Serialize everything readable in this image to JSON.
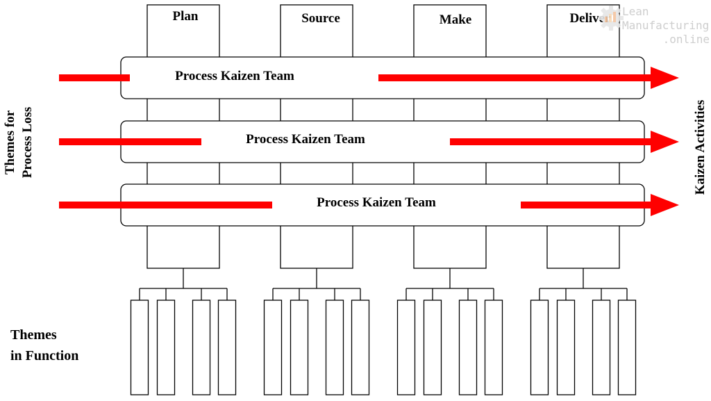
{
  "functions": [
    "Plan",
    "Source",
    "Make",
    "Deliver"
  ],
  "kaizen_rows": [
    "Process Kaizen Team",
    "Process Kaizen Team",
    "Process Kaizen Team"
  ],
  "left_label": [
    "Themes for",
    "Process Loss"
  ],
  "right_label": "Kaizen Activities",
  "bottom_label": [
    "Themes",
    "in Function"
  ],
  "watermark": [
    "Lean",
    "Manufacturing",
    ".online"
  ],
  "colors": {
    "arrow": "#ff0000",
    "line": "#000000",
    "watermark": "#c9c9c9"
  }
}
